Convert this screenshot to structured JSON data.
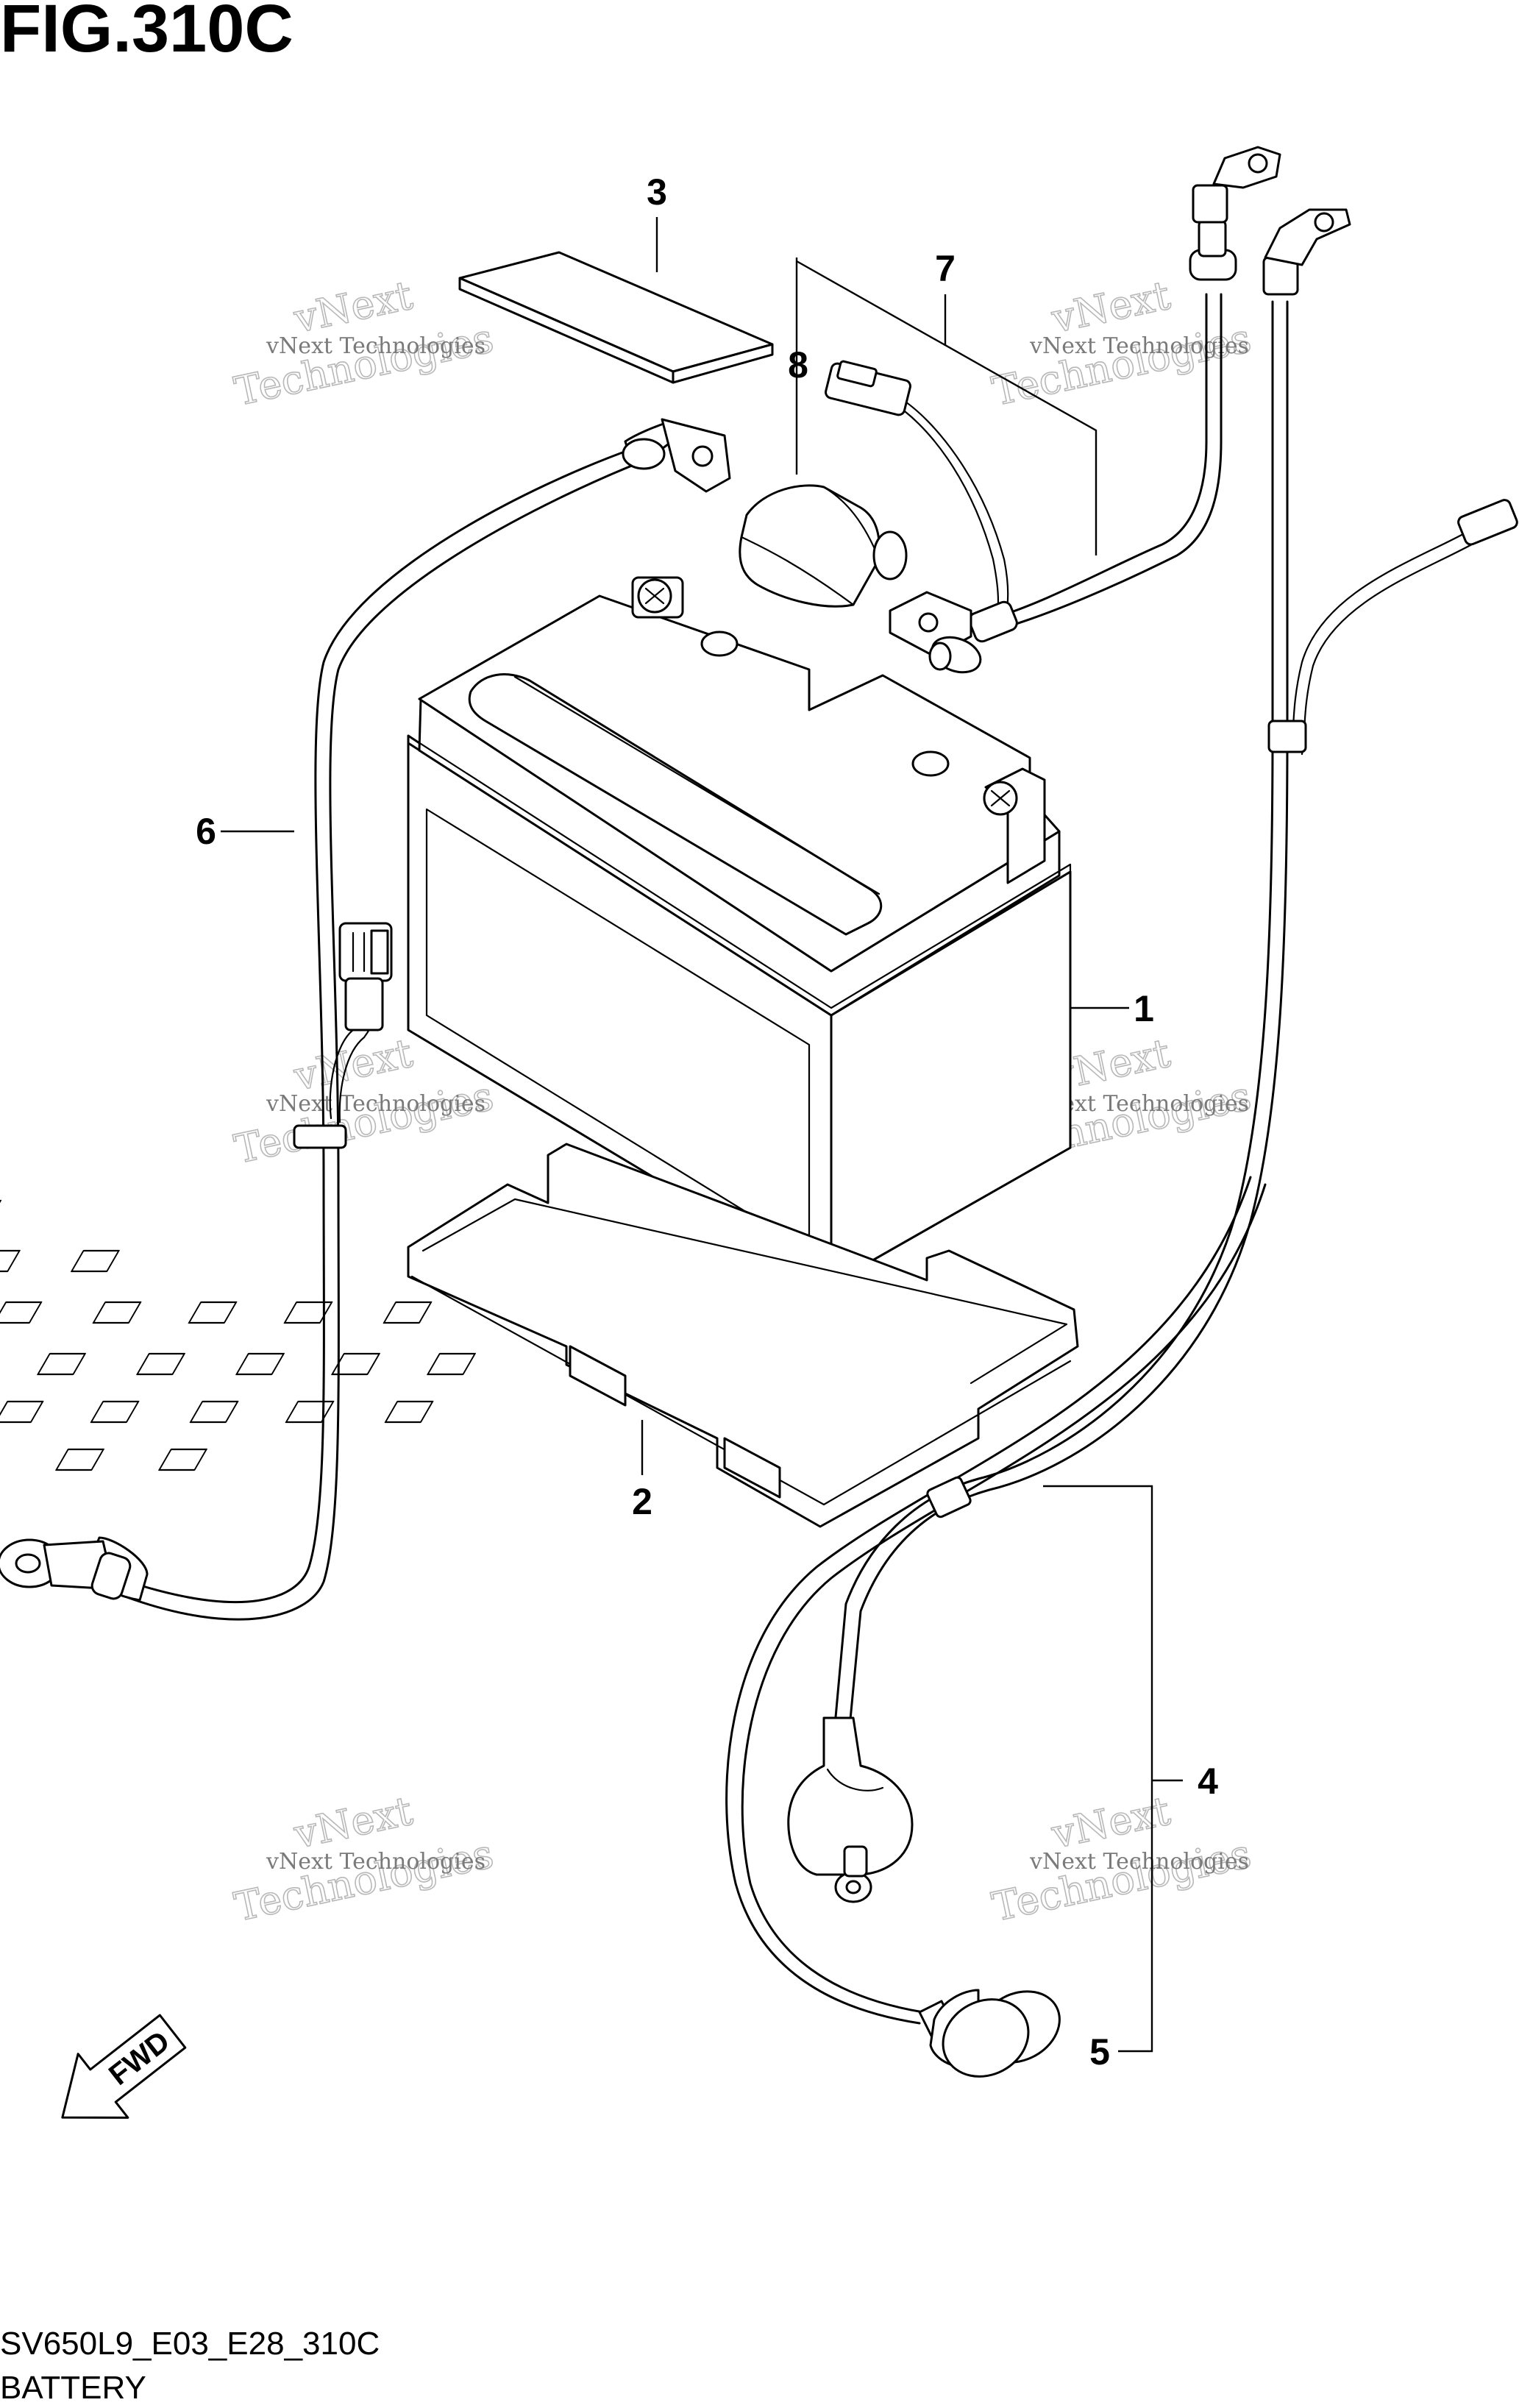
{
  "figure": {
    "title": "FIG.310C",
    "code": "SV650L9_E03_E28_310C",
    "name": "BATTERY"
  },
  "callouts": [
    {
      "id": "1",
      "label": "1"
    },
    {
      "id": "2",
      "label": "2"
    },
    {
      "id": "3",
      "label": "3"
    },
    {
      "id": "4",
      "label": "4"
    },
    {
      "id": "5",
      "label": "5"
    },
    {
      "id": "6",
      "label": "6"
    },
    {
      "id": "7",
      "label": "7"
    },
    {
      "id": "8",
      "label": "8"
    }
  ],
  "watermark": {
    "small": "vNext Technologies",
    "big_line1": "vNext",
    "big_line2": "Technologies"
  },
  "fwd_label": "FWD",
  "colors": {
    "line": "#000000",
    "background": "#ffffff",
    "watermark": "#b8b8b8"
  }
}
